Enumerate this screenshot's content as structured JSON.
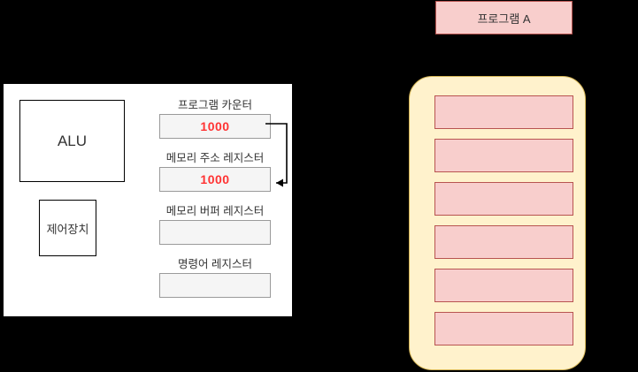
{
  "diagram": {
    "title": "CPU instruction fetch diagram",
    "colors": {
      "background": "#000000",
      "cpu_panel": "#FFFFFF",
      "register_fill": "#F5F5F5",
      "register_border": "#9A9A9A",
      "register_value_red": "#FF3333",
      "memory_block_fill": "#FFF2CC",
      "memory_block_border": "#D6B656",
      "memory_cell_fill": "#F8CECC",
      "memory_cell_border": "#B85450"
    }
  },
  "cpu": {
    "alu": {
      "label": "ALU"
    },
    "control_unit": {
      "label": "제어장치"
    },
    "registers": [
      {
        "name": "program-counter",
        "label": "프로그램 카운터",
        "value": "1000"
      },
      {
        "name": "memory-address-register",
        "label": "메모리 주소 레지스터",
        "value": "1000"
      },
      {
        "name": "memory-buffer-register",
        "label": "메모리 버퍼 레지스터",
        "value": ""
      },
      {
        "name": "instruction-register",
        "label": "명령어 레지스터",
        "value": ""
      }
    ],
    "connector": {
      "name": "pc-to-mar-arrow",
      "from": "program-counter",
      "to": "memory-address-register",
      "direction": "left"
    }
  },
  "memory": {
    "header": {
      "label": "프로그램 A"
    },
    "cells": [
      {
        "index": 0,
        "value": ""
      },
      {
        "index": 1,
        "value": ""
      },
      {
        "index": 2,
        "value": ""
      },
      {
        "index": 3,
        "value": ""
      },
      {
        "index": 4,
        "value": ""
      },
      {
        "index": 5,
        "value": ""
      }
    ]
  }
}
